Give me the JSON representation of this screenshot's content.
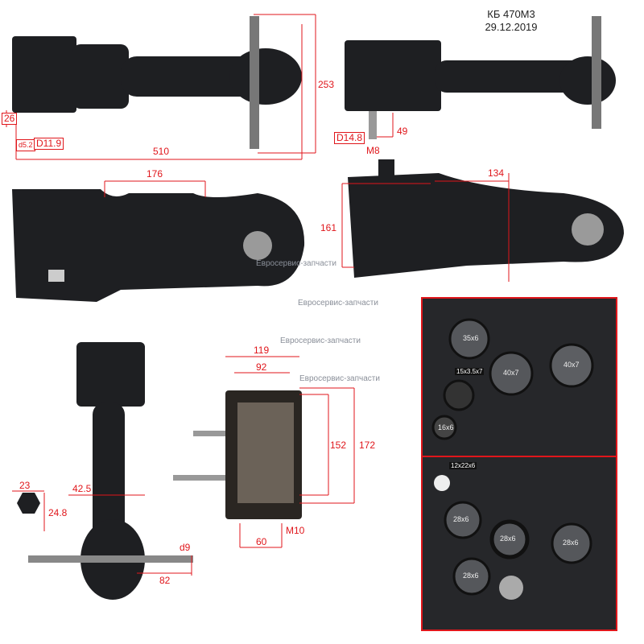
{
  "header": {
    "model": "КБ 470М3",
    "date": "29.12.2019"
  },
  "watermark": "Евросервис-запчасти",
  "view_top_left": {
    "length": "510",
    "height": "253",
    "offset": "26",
    "shaft_small": "d5.2",
    "shaft_diameter": "D11.9"
  },
  "view_top_right": {
    "shaft_diameter": "D14.8",
    "thread": "M8",
    "offset": "49"
  },
  "view_side_left": {
    "hole_spacing": "176"
  },
  "view_side_right": {
    "hole_distance": "134",
    "height": "161"
  },
  "view_front": {
    "hex_width": "23",
    "hex_height": "24.8",
    "arm_offset": "42.5",
    "shaft": "d9",
    "shaft_length": "82"
  },
  "view_open": {
    "outer_width": "119",
    "inner_width": "92",
    "inner_height": "152",
    "outer_height": "172",
    "base_width": "60",
    "thread": "M10"
  },
  "inset_top": {
    "seal_label": "15x3.5x7",
    "bearings": [
      "35x6",
      "40x7",
      "40x7",
      "16x6"
    ]
  },
  "inset_bottom": {
    "seal_label": "12x22x6",
    "bearings": [
      "28x6",
      "28x6",
      "28x6",
      "28x6"
    ]
  },
  "colors": {
    "dimension": "#e0161b",
    "metal": "#1e1f22"
  }
}
